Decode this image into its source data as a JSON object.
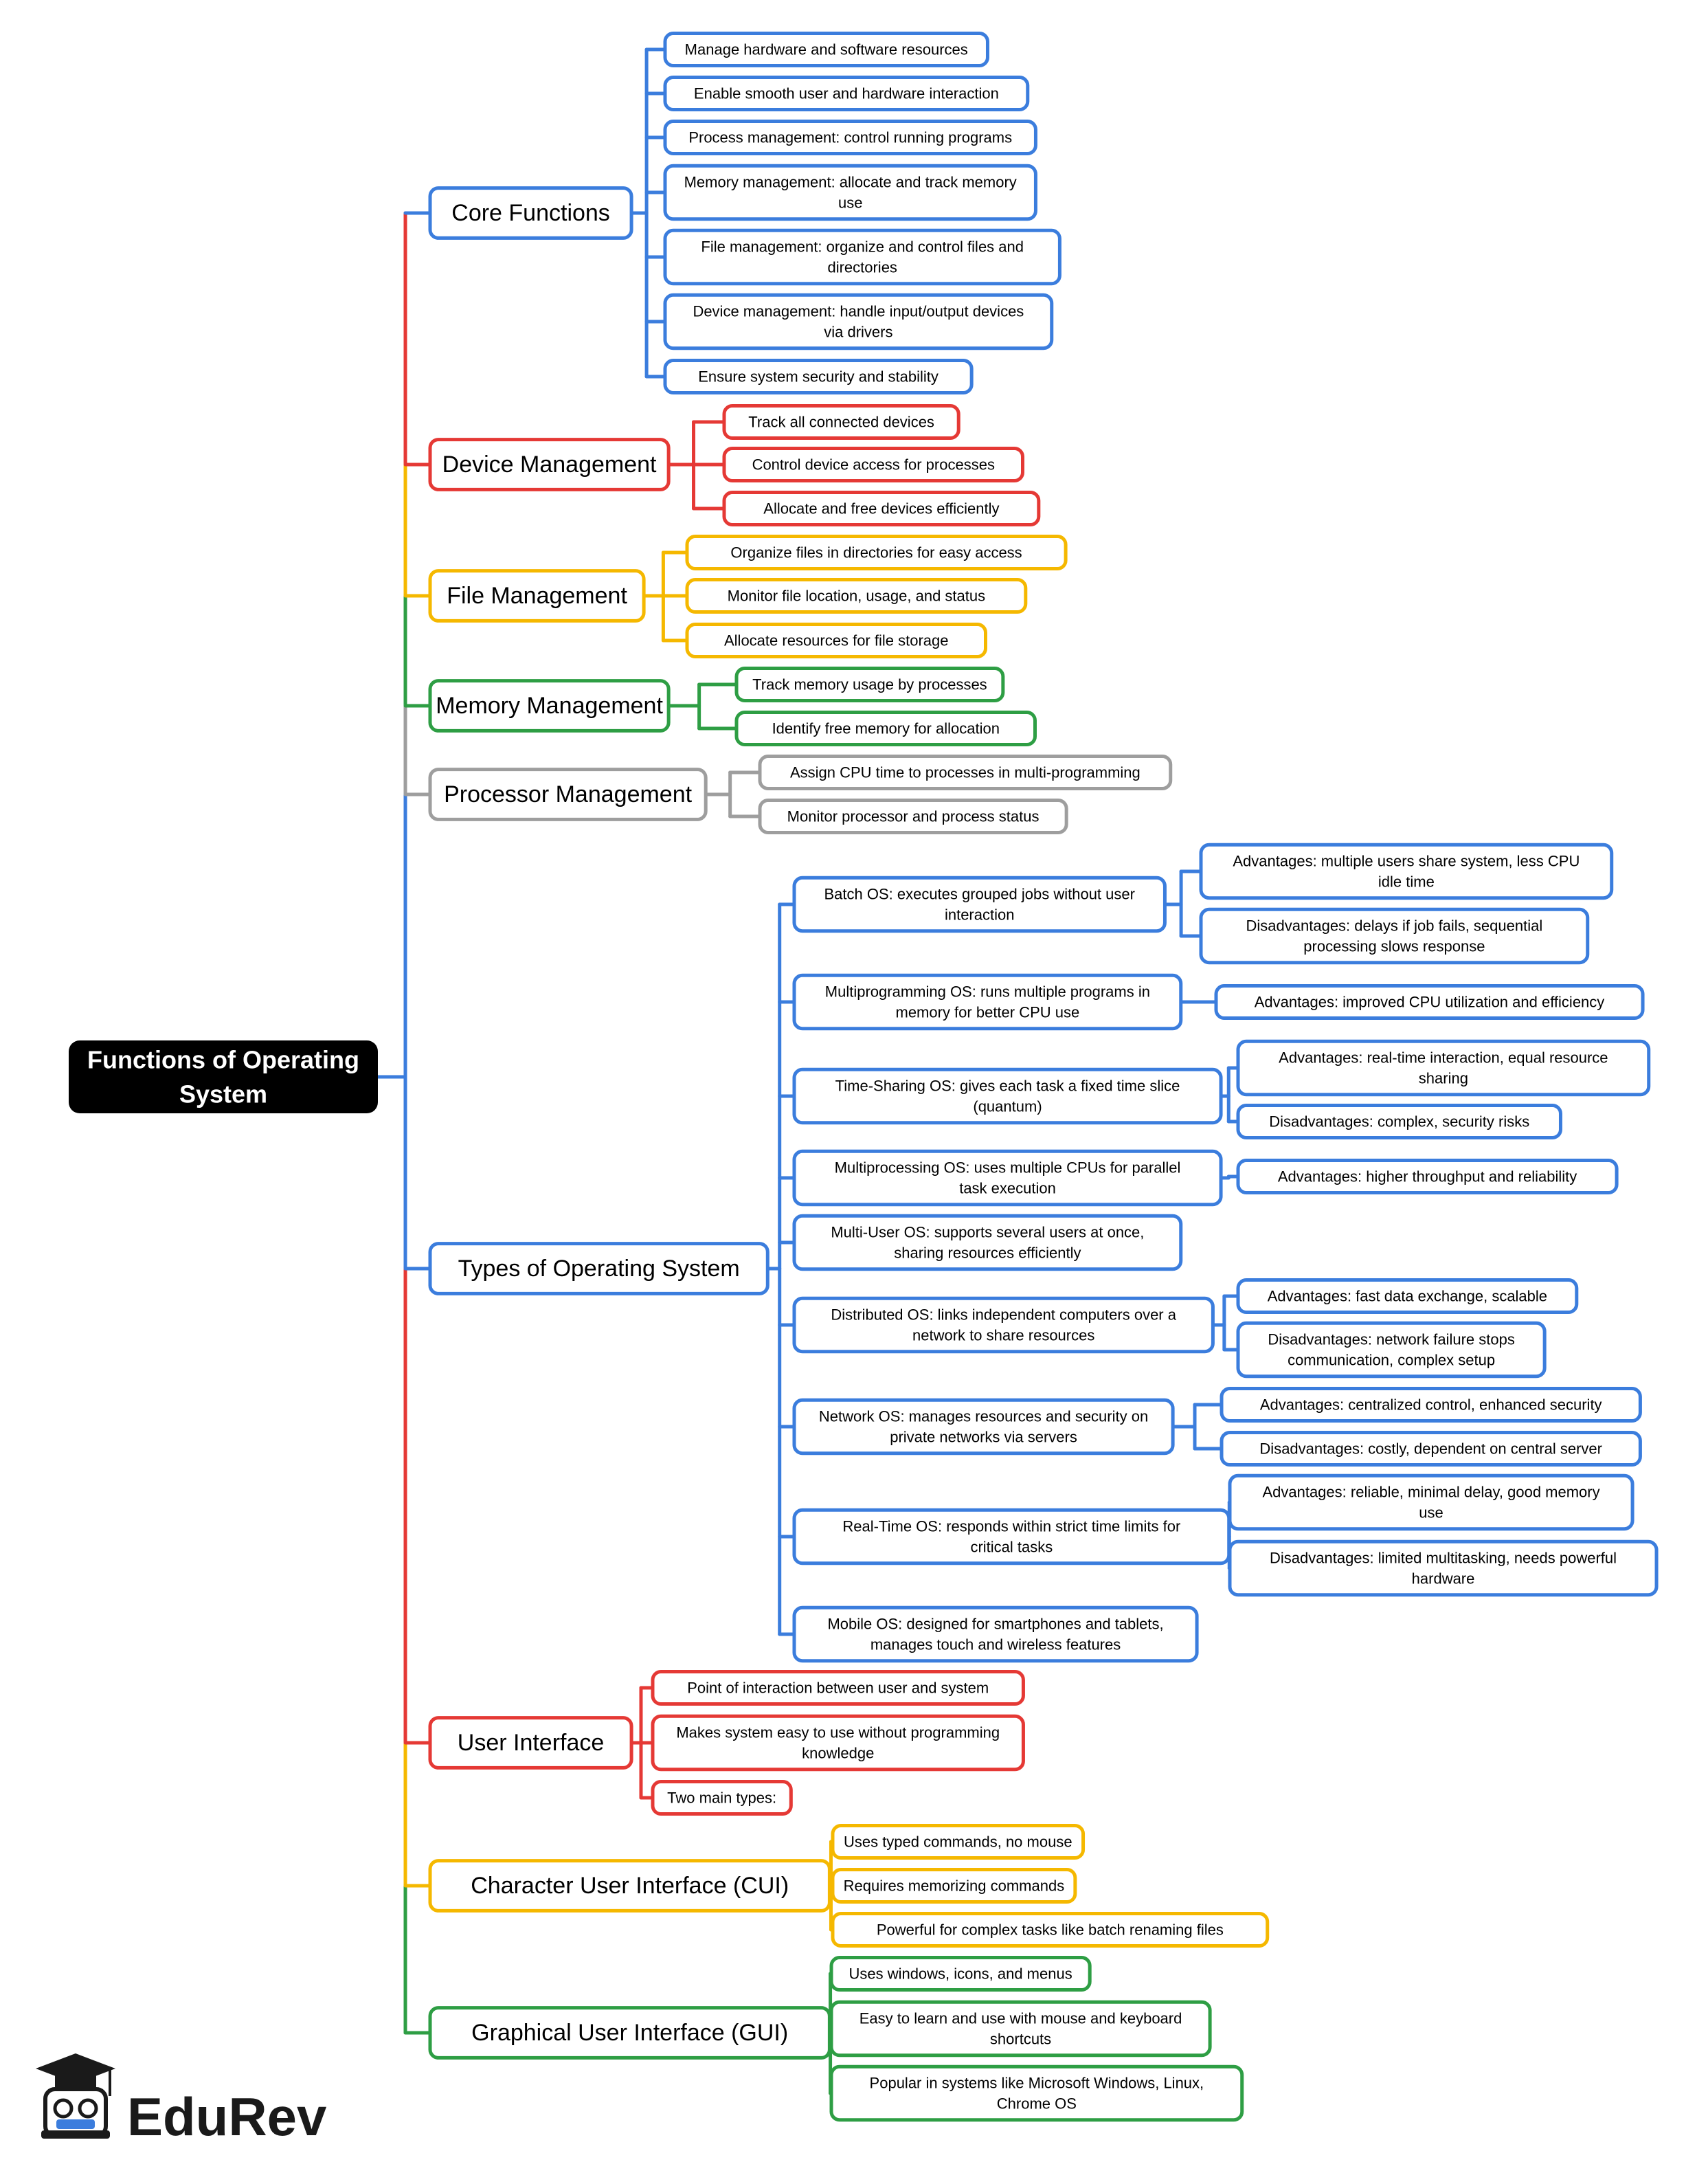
{
  "colors": {
    "blue": "#3b7ddd",
    "red": "#e53935",
    "yellow": "#f5b800",
    "green": "#2e9e44",
    "gray": "#9e9e9e"
  },
  "root": {
    "lines": [
      "Functions of Operating",
      "System"
    ]
  },
  "branches": [
    {
      "label": "Core Functions",
      "color": "blue",
      "items": [
        {
          "lines": [
            "Manage hardware and software resources"
          ]
        },
        {
          "lines": [
            "Enable smooth user and hardware interaction"
          ]
        },
        {
          "lines": [
            "Process management: control running programs"
          ]
        },
        {
          "lines": [
            "Memory management: allocate and track memory",
            "use"
          ]
        },
        {
          "lines": [
            "File management: organize and control files and",
            "directories"
          ]
        },
        {
          "lines": [
            "Device management: handle input/output devices",
            "via drivers"
          ]
        },
        {
          "lines": [
            "Ensure system security and stability"
          ]
        }
      ]
    },
    {
      "label": "Device Management",
      "color": "red",
      "items": [
        {
          "lines": [
            "Track all connected devices"
          ]
        },
        {
          "lines": [
            "Control device access for processes"
          ]
        },
        {
          "lines": [
            "Allocate and free devices efficiently"
          ]
        }
      ]
    },
    {
      "label": "File Management",
      "color": "yellow",
      "items": [
        {
          "lines": [
            "Organize files in directories for easy access"
          ]
        },
        {
          "lines": [
            "Monitor file location, usage, and status"
          ]
        },
        {
          "lines": [
            "Allocate resources for file storage"
          ]
        }
      ]
    },
    {
      "label": "Memory Management",
      "color": "green",
      "items": [
        {
          "lines": [
            "Track memory usage by processes"
          ]
        },
        {
          "lines": [
            "Identify free memory for allocation"
          ]
        }
      ]
    },
    {
      "label": "Processor Management",
      "color": "gray",
      "items": [
        {
          "lines": [
            "Assign CPU time to processes in multi-programming"
          ]
        },
        {
          "lines": [
            "Monitor processor and process status"
          ]
        }
      ]
    },
    {
      "label": "Types of Operating System",
      "color": "blue",
      "items": [
        {
          "lines": [
            "Batch OS: executes grouped jobs without user",
            "interaction"
          ],
          "children": [
            {
              "lines": [
                "Advantages: multiple users share system, less CPU",
                "idle time"
              ]
            },
            {
              "lines": [
                "Disadvantages: delays if job fails, sequential",
                "processing slows response"
              ]
            }
          ]
        },
        {
          "lines": [
            "Multiprogramming OS: runs multiple programs in",
            "memory for better CPU use"
          ],
          "children": [
            {
              "lines": [
                "Advantages: improved CPU utilization and efficiency"
              ]
            }
          ]
        },
        {
          "lines": [
            "Time-Sharing OS: gives each task a fixed time slice",
            "(quantum)"
          ],
          "children": [
            {
              "lines": [
                "Advantages: real-time interaction, equal resource",
                "sharing"
              ]
            },
            {
              "lines": [
                "Disadvantages: complex, security risks"
              ]
            }
          ]
        },
        {
          "lines": [
            "Multiprocessing OS: uses multiple CPUs for parallel",
            "task execution"
          ],
          "children": [
            {
              "lines": [
                "Advantages: higher throughput and reliability"
              ]
            }
          ]
        },
        {
          "lines": [
            "Multi-User OS: supports several users at once,",
            "sharing resources efficiently"
          ]
        },
        {
          "lines": [
            "Distributed OS: links independent computers over a",
            "network to share resources"
          ],
          "children": [
            {
              "lines": [
                "Advantages: fast data exchange, scalable"
              ]
            },
            {
              "lines": [
                "Disadvantages: network failure stops",
                "communication, complex setup"
              ]
            }
          ]
        },
        {
          "lines": [
            "Network OS: manages resources and security on",
            "private networks via servers"
          ],
          "children": [
            {
              "lines": [
                "Advantages: centralized control, enhanced security"
              ]
            },
            {
              "lines": [
                "Disadvantages: costly, dependent on central server"
              ]
            }
          ]
        },
        {
          "lines": [
            "Real-Time OS: responds within strict time limits for",
            "critical tasks"
          ],
          "children": [
            {
              "lines": [
                "Advantages: reliable, minimal delay, good memory",
                "use"
              ]
            },
            {
              "lines": [
                "Disadvantages: limited multitasking, needs powerful",
                "hardware"
              ]
            }
          ]
        },
        {
          "lines": [
            "Mobile OS: designed for smartphones and tablets,",
            "manages touch and wireless features"
          ]
        }
      ]
    },
    {
      "label": "User Interface",
      "color": "red",
      "items": [
        {
          "lines": [
            "Point of interaction between user and system"
          ]
        },
        {
          "lines": [
            "Makes system easy to use without programming",
            "knowledge"
          ]
        },
        {
          "lines": [
            "Two main types:"
          ]
        }
      ]
    },
    {
      "label": "Character User Interface (CUI)",
      "color": "yellow",
      "items": [
        {
          "lines": [
            "Uses typed commands, no mouse"
          ]
        },
        {
          "lines": [
            "Requires memorizing commands"
          ]
        },
        {
          "lines": [
            "Powerful for complex tasks like batch renaming files"
          ]
        }
      ]
    },
    {
      "label": "Graphical User Interface (GUI)",
      "color": "green",
      "items": [
        {
          "lines": [
            "Uses windows, icons, and menus"
          ]
        },
        {
          "lines": [
            "Easy to learn and use with mouse and keyboard",
            "shortcuts"
          ]
        },
        {
          "lines": [
            "Popular in systems like Microsoft Windows, Linux,",
            "Chrome OS"
          ]
        }
      ]
    }
  ],
  "logo": {
    "text": "EduRev",
    "icon": "graduation-cap-mascot-icon"
  }
}
